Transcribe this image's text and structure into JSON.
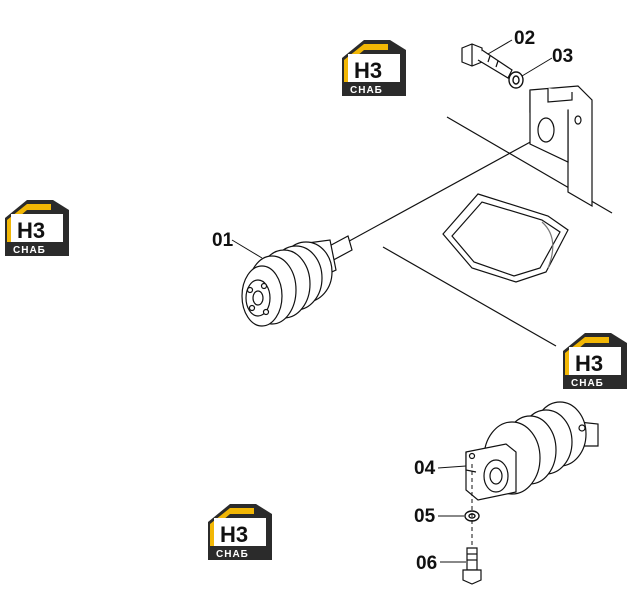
{
  "part_labels": {
    "p01": "01",
    "p02": "02",
    "p03": "03",
    "p04": "04",
    "p05": "05",
    "p06": "06"
  },
  "watermark": {
    "main": "H3",
    "sub": "CHAБ",
    "accent_color": "#f2b705",
    "dark_color": "#2b2b2b"
  }
}
